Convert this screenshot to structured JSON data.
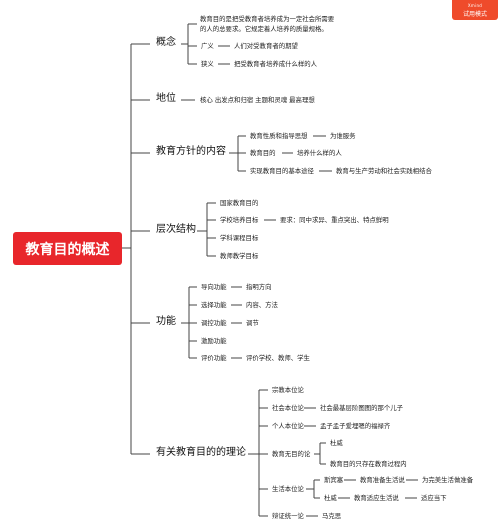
{
  "badge": {
    "brand": "Xmind",
    "label": "试用模式"
  },
  "root": "教育目的概述",
  "branches": {
    "concept": {
      "title": "概念",
      "definition_line1": "教育目的是把受教育者培养成为一定社会所需要",
      "definition_line2": "的人的总要求。它规定着人培养的质量规格。",
      "broad": {
        "label": "广义",
        "desc": "人们对受教育者的期望"
      },
      "narrow": {
        "label": "狭义",
        "desc": "把受教育者培养成什么样的人"
      }
    },
    "status": {
      "title": "地位",
      "desc": "核心 出发点和归宿 主题和灵魂 最高理想"
    },
    "policy": {
      "title": "教育方针的内容",
      "items": [
        {
          "label": "教育性质和指导思想",
          "desc": "为谁服务"
        },
        {
          "label": "教育目的",
          "desc": "培养什么样的人"
        },
        {
          "label": "实现教育目的基本途径",
          "desc": "教育与生产劳动和社会实践相结合"
        }
      ]
    },
    "levels": {
      "title": "层次结构",
      "items": [
        "国家教育目的",
        "学校培养目标",
        "学科课程目标",
        "教师教学目标"
      ],
      "school_req": "要求：同中求异、重点突出、特点鲜明"
    },
    "functions": {
      "title": "功能",
      "items": [
        {
          "label": "导向功能",
          "desc": "指明方向"
        },
        {
          "label": "选择功能",
          "desc": "内容、方法"
        },
        {
          "label": "调控功能",
          "desc": "调节"
        },
        {
          "label": "激励功能",
          "desc": ""
        },
        {
          "label": "评价功能",
          "desc": "评价学校、教师、学生"
        }
      ]
    },
    "theories": {
      "title": "有关教育目的的理论",
      "religion": "宗教本位论",
      "society": {
        "label": "社会本位论",
        "desc": "社会最基层阶图图的那个儿子"
      },
      "individual": {
        "label": "个人本位论",
        "desc": "孟子孟子爱埋嗯的福禄齐"
      },
      "aimless": {
        "label": "教育无目的论",
        "a": "杜威",
        "b": "教育目的只存在教育过程内"
      },
      "life": {
        "label": "生活本位论",
        "a": "斯宾塞",
        "a_desc": "教育准备生活说",
        "a_extra": "为完美生活做准备",
        "b": "杜威",
        "b_desc": "教育适应生活说",
        "b_extra": "适应当下"
      },
      "dialectic": {
        "label": "辩证统一论",
        "desc": "马克思"
      }
    }
  }
}
